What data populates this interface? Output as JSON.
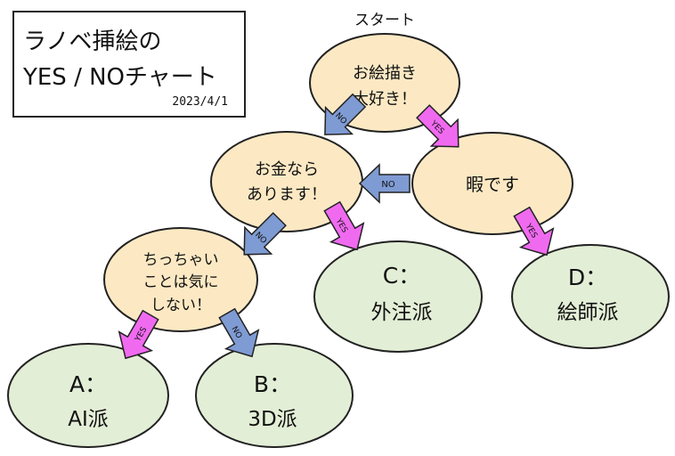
{
  "title": {
    "line1": "ラノベ挿絵の",
    "line2": "YES / NOチャート",
    "date": "2023/4/1"
  },
  "start_label": "スタート",
  "questions": {
    "q1": [
      "お絵描き",
      "大好き！"
    ],
    "q2": [
      "お金なら",
      "あります！"
    ],
    "q3": "暇です",
    "q4": [
      "ちっちゃい",
      "ことは気に",
      "しない！"
    ]
  },
  "results": {
    "a": {
      "letter": "A：",
      "label": "AI派"
    },
    "b": {
      "letter": "B：",
      "label": "3D派"
    },
    "c": {
      "letter": "C：",
      "label": "外注派"
    },
    "d": {
      "letter": "D：",
      "label": "絵師派"
    }
  },
  "arrows": {
    "yes": "YES",
    "no": "NO"
  },
  "colors": {
    "question_fill": "#fce9c4",
    "result_fill": "#e3eed6",
    "yes_arrow": "#f06af0",
    "no_arrow": "#7f9bd3",
    "outline": "#222222"
  }
}
